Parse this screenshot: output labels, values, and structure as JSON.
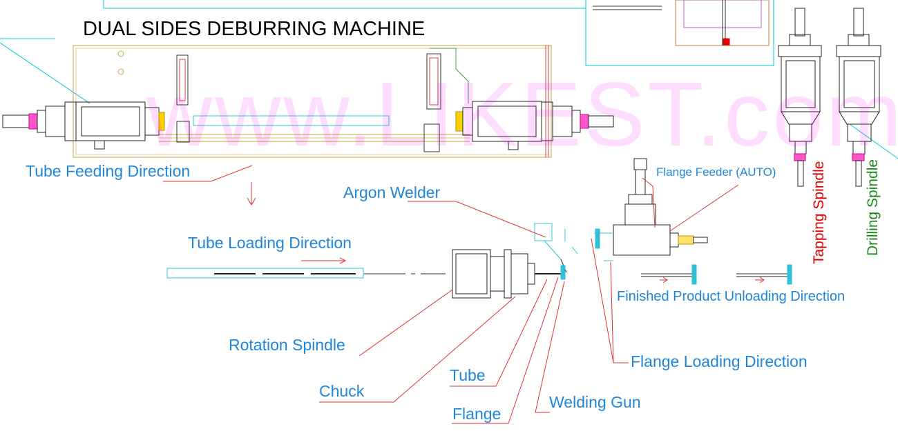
{
  "title": "DUAL SIDES DEBURRING MACHINE",
  "watermark": "www.LIKEST.com",
  "labels": {
    "tube_feeding_direction": "Tube Feeding Direction",
    "argon_welder": "Argon Welder",
    "tube_loading_direction": "Tube Loading Direction",
    "rotation_spindle": "Rotation Spindle",
    "chuck": "Chuck",
    "tube": "Tube",
    "flange": "Flange",
    "welding_gun": "Welding Gun",
    "flange_loading_direction": "Flange Loading Direction",
    "finished_product_unloading_direction": "Finished Product Unloading Direction",
    "flange_feeder_auto": "Flange Feeder (AUTO)",
    "tapping_spindle": "Tapping Spindle",
    "drilling_spindle": "Drilling Spindle"
  },
  "colors": {
    "label_blue": "#1f86d8",
    "leader_red": "#e23030",
    "tapping_red": "#e00000",
    "drilling_green": "#1a8a1a",
    "watermark_magenta": "#ff00ff",
    "cyan_line": "#00c8d8",
    "drawing_dark": "#202020",
    "frame_gold": "#c8a040"
  }
}
